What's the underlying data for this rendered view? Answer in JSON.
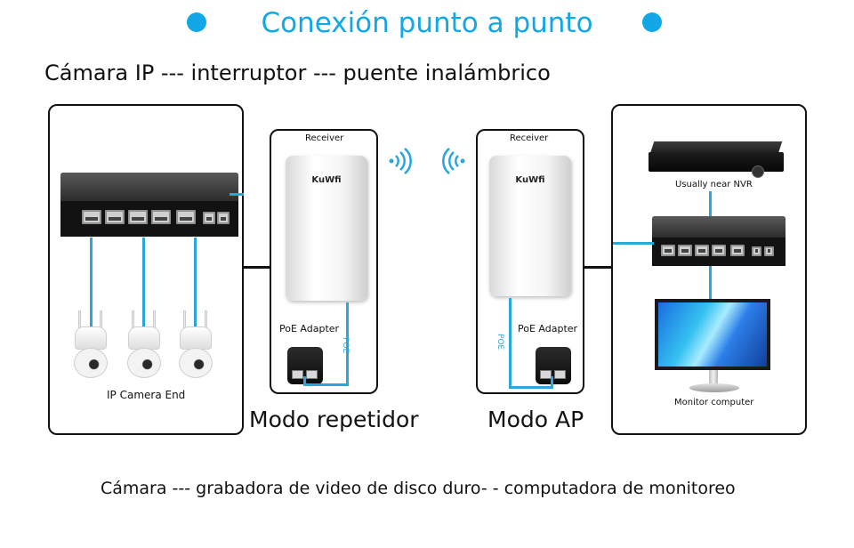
{
  "header": {
    "title": "Conexión punto a punto",
    "subtitle": "Cámara IP --- interruptor --- puente inalámbrico",
    "accent_color": "#12a7e6"
  },
  "left_panel": {
    "caption": "IP Camera End",
    "camera_count": 3,
    "switch_icon": "poe-switch-icon",
    "camera_icon": "ip-camera-icon"
  },
  "repeater_panel": {
    "receiver_label": "Receiver",
    "brand": "KuWfi",
    "adapter_label": "PoE Adapter",
    "poe_label": "POE",
    "mode_label": "Modo repetidor"
  },
  "ap_panel": {
    "receiver_label": "Receiver",
    "brand": "KuWfi",
    "adapter_label": "PoE Adapter",
    "poe_label": "POE",
    "mode_label": "Modo AP"
  },
  "right_panel": {
    "nvr_caption": "Usually near NVR",
    "monitor_caption": "Monitor computer",
    "nvr_icon": "nvr-recorder-icon",
    "monitor_icon": "monitor-icon"
  },
  "footer": {
    "text": "Cámara --- grabadora de video de disco duro- - computadora de monitoreo"
  },
  "colors": {
    "cable_blue": "#2aa6dc",
    "cable_black": "#111111"
  }
}
